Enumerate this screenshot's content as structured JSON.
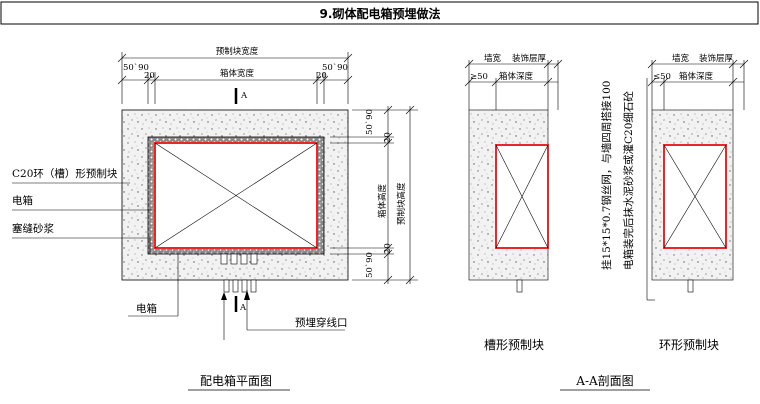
{
  "title": "9.砌体配电箱预埋做法",
  "plan": {
    "top_dim_outer": "预制块宽度",
    "top_dim_left_90": "50`90",
    "top_dim_right_90": "50`90",
    "top_dim_left_20": "20",
    "top_dim_right_20": "20",
    "top_dim_inner": "箱体宽度",
    "section_mark_top": "A",
    "section_mark_bottom": "A",
    "right_dim_top_90": "50`90",
    "right_dim_top_20": "20",
    "right_dim_inner": "箱体高度",
    "right_dim_outer": "预制块高度",
    "right_dim_bottom_20": "20",
    "right_dim_bottom_90": "50`90",
    "label_block": "C20环（槽）形预制块",
    "label_box": "电箱",
    "label_mortar": "塞缝砂浆",
    "label_box_bottom": "电箱",
    "label_conduit": "预埋穿线口",
    "caption": "配电箱平面图"
  },
  "section": {
    "slot_wall": "墙宽",
    "slot_finish": "装饰层厚",
    "slot_ge50": "≥50",
    "slot_depth": "箱体深度",
    "slot_caption": "槽形预制块",
    "note": "挂15*15*0.7钢丝网，与墙四周搭接100",
    "note2": "电箱装完后抹水泥砂浆或灌C20细石砼",
    "ring_wall": "墙宽",
    "ring_finish": "装饰层厚",
    "ring_le50": "≤50",
    "ring_depth": "箱体深度",
    "ring_caption": "环形预制块",
    "caption": "A-A剖面图"
  },
  "colors": {
    "box_outline": "#e8272a",
    "concrete_fill": "#eeeeee",
    "line": "#000000"
  }
}
